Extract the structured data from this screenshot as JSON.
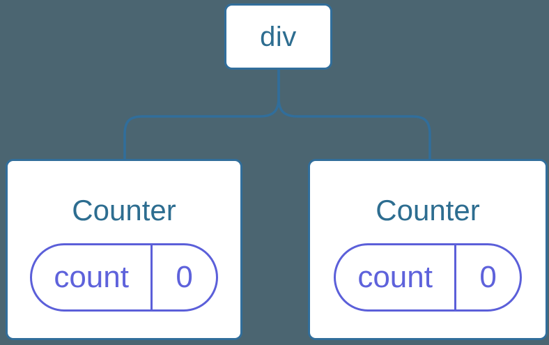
{
  "diagram": {
    "root": {
      "label": "div"
    },
    "children": [
      {
        "title": "Counter",
        "state": {
          "key": "count",
          "value": "0"
        }
      },
      {
        "title": "Counter",
        "state": {
          "key": "count",
          "value": "0"
        }
      }
    ]
  },
  "colors": {
    "background": "#4B6571",
    "node_fill": "#FFFFFF",
    "node_border": "#316E9B",
    "connector": "#316E9B",
    "node_text": "#2D6D90",
    "state_border": "#5B5FD9",
    "state_text": "#5E62DB"
  }
}
